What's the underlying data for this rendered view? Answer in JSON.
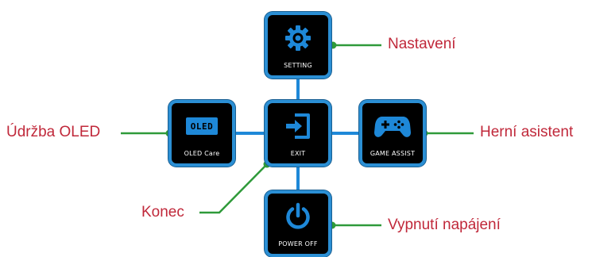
{
  "menu": {
    "setting": {
      "caption": "SETTING",
      "callout": "Nastavení",
      "icon": "gear-icon"
    },
    "oled_care": {
      "caption": "OLED Care",
      "badge": "OLED",
      "callout": "Údržba OLED",
      "icon": "oled-badge-icon"
    },
    "exit": {
      "caption": "EXIT",
      "callout": "Konec",
      "icon": "exit-icon"
    },
    "game_assist": {
      "caption": "GAME ASSIST",
      "callout": "Herní asistent",
      "icon": "gamepad-icon"
    },
    "power_off": {
      "caption": "POWER OFF",
      "callout": "Vypnutí napájení",
      "icon": "power-icon"
    }
  },
  "colors": {
    "tile_border": "#2b8fd4",
    "tile_bg": "#000000",
    "icon_blue": "#1e88d8",
    "connector": "#1e88d8",
    "callout_line": "#2f9a3a",
    "callout_text": "#c0283a"
  }
}
